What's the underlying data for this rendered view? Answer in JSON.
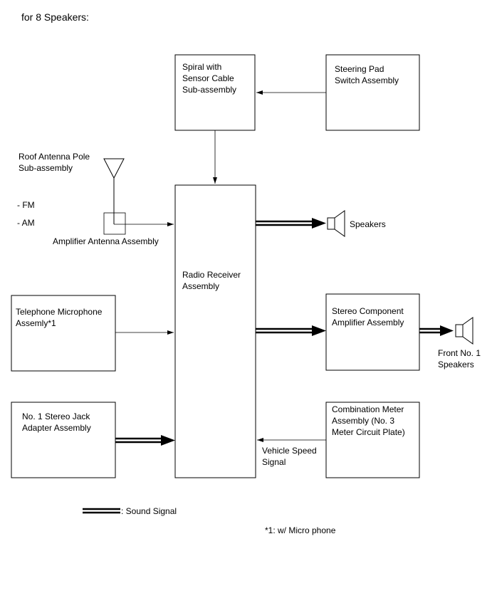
{
  "heading": "for 8 Speakers:",
  "boxes": {
    "spiral": "Spiral with\nSensor Cable\nSub-assembly",
    "steering": "Steering Pad\nSwitch Assembly",
    "radio": "Radio Receiver\nAssembly",
    "telephone": "Telephone Microphone\nAssemly*1",
    "stereo_amp": "Stereo Component\nAmplifier Assembly",
    "stereo_jack": "No. 1 Stereo Jack\nAdapter Assembly",
    "combination_meter": "Combination Meter\nAssembly (No. 3\nMeter Circuit Plate)"
  },
  "labels": {
    "roof_antenna": "Roof Antenna Pole\nSub-assembly",
    "fm": "- FM",
    "am": "- AM",
    "amplifier_antenna": "Amplifier Antenna Assembly",
    "speakers": "Speakers",
    "front_speakers": "Front No. 1\nSpeakers",
    "vehicle_speed": "Vehicle Speed\nSignal"
  },
  "legend": {
    "sound_signal": ": Sound Signal",
    "footnote": "*1: w/ Micro phone"
  }
}
